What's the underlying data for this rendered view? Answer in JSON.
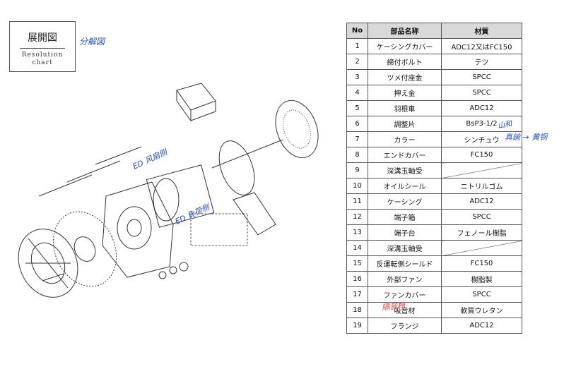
{
  "title": {
    "jp": "展開図",
    "en_line1": "Resolution",
    "en_line2": "chart",
    "handwritten": "分解図"
  },
  "drawing_annotations": {
    "ed_fan_side": "ED 风扇侧",
    "ed_load_side": "ED 負荷侧"
  },
  "table": {
    "headers": [
      "No",
      "部品名称",
      "材質"
    ],
    "rows": [
      {
        "no": "1",
        "name": "ケーシングカバー",
        "material": "ADC12又はFC150"
      },
      {
        "no": "2",
        "name": "締付ボルト",
        "material": "テツ"
      },
      {
        "no": "3",
        "name": "ツメ付座金",
        "material": "SPCC"
      },
      {
        "no": "4",
        "name": "押え金",
        "material": "SPCC"
      },
      {
        "no": "5",
        "name": "羽根車",
        "material": "ADC12"
      },
      {
        "no": "6",
        "name": "調整片",
        "material": "BsP3-1/2"
      },
      {
        "no": "7",
        "name": "カラー",
        "material": "シンチュウ"
      },
      {
        "no": "8",
        "name": "エンドカバー",
        "material": "FC150"
      },
      {
        "no": "9",
        "name": "深溝玉軸受",
        "material": ""
      },
      {
        "no": "10",
        "name": "オイルシール",
        "material": "ニトリルゴム"
      },
      {
        "no": "11",
        "name": "ケーシング",
        "material": "ADC12"
      },
      {
        "no": "12",
        "name": "端子箱",
        "material": "SPCC"
      },
      {
        "no": "13",
        "name": "端子台",
        "material": "フェノール樹脂"
      },
      {
        "no": "14",
        "name": "深溝玉軸受",
        "material": ""
      },
      {
        "no": "15",
        "name": "反運転側シールド",
        "material": "FC150"
      },
      {
        "no": "16",
        "name": "外部ファン",
        "material": "樹脂製"
      },
      {
        "no": "17",
        "name": "ファンカバー",
        "material": "SPCC"
      },
      {
        "no": "18",
        "name": "吸音材",
        "material": "軟質ウレタン"
      },
      {
        "no": "19",
        "name": "フランジ",
        "material": "ADC12"
      }
    ]
  },
  "table_notes": {
    "row6_note": "山和",
    "row7_note": "真鍮 → 黄铜",
    "row18_note": "隔音棉"
  }
}
